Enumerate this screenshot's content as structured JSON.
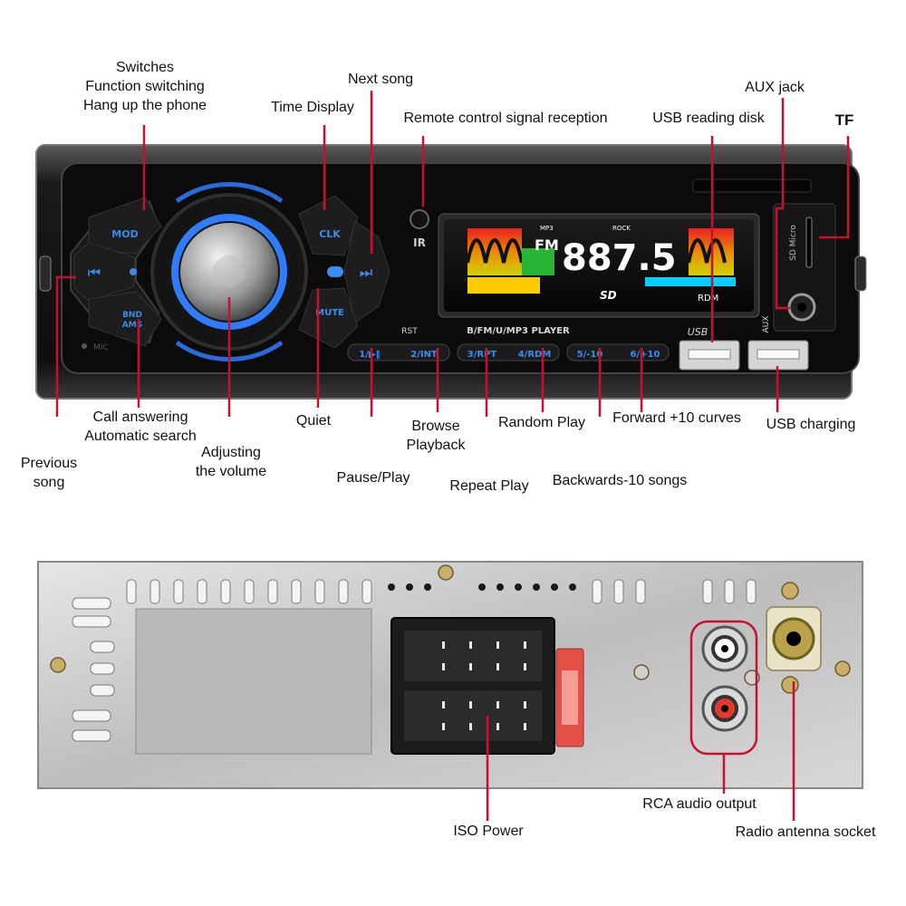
{
  "front_labels": {
    "switches": [
      "Switches",
      "Function switching",
      "Hang up the phone"
    ],
    "next_song": "Next song",
    "time_display": "Time Display",
    "remote_signal": "Remote control signal reception",
    "usb_reading": "USB reading disk",
    "aux_jack": "AUX jack",
    "tf": "TF",
    "call_answering": [
      "Call answering",
      "Automatic search"
    ],
    "quiet": "Quiet",
    "browse_playback": [
      "Browse",
      "Playback"
    ],
    "random_play": "Random Play",
    "forward_curves": "Forward +10 curves",
    "usb_charging": "USB charging",
    "previous_song": [
      "Previous",
      "song"
    ],
    "adjusting_volume": [
      "Adjusting",
      "the volume"
    ],
    "pause_play": "Pause/Play",
    "repeat_play": "Repeat Play",
    "backwards_songs": "Backwards-10 songs"
  },
  "back_labels": {
    "rca_output": "RCA audio output",
    "iso_power": "ISO Power",
    "antenna_socket": "Radio antenna socket"
  },
  "panel": {
    "mod": "MOD",
    "bnd": "BND",
    "ams": "AMS",
    "clk": "CLK",
    "mute": "MUTE",
    "mic": "MIC",
    "rst": "RST",
    "player": "B/FM/U/MP3  PLAYER",
    "usb": "USB",
    "aux": "AUX",
    "sd_micro": "SD Micro",
    "ir": "IR",
    "fm": "FM",
    "freq": "887.5",
    "mp3": "MP3",
    "rock": "ROCK",
    "sd": "SD",
    "rdm": "RDM",
    "preset_1": "1/▶‖",
    "preset_2": "2/INT",
    "preset_3": "3/RPT",
    "preset_4": "4/RDM",
    "preset_5": "5/-10",
    "preset_6": "6/+10"
  },
  "colors": {
    "callout": "#c8102e",
    "button_blue": "#3a8df0",
    "knob_ring": "#2f7cff"
  }
}
